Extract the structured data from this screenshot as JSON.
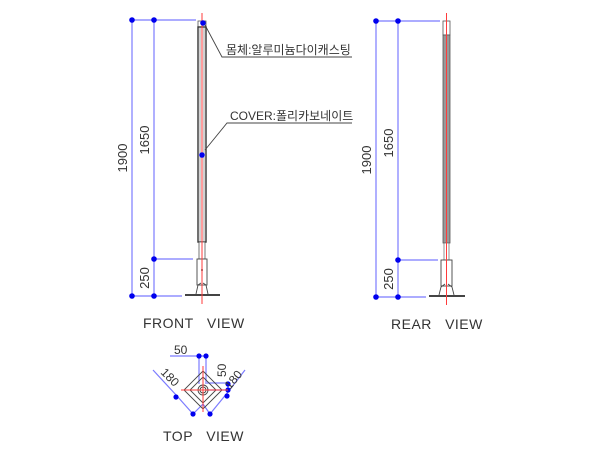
{
  "colors": {
    "dimension": "#7b7bff",
    "dimension_dot": "#0000ee",
    "centerline": "#ff3b3b",
    "outline": "#333333",
    "cover_fill": "#999999",
    "body_fill": "#f4d2d2"
  },
  "front_view": {
    "title": "FRONT VIEW",
    "dims": {
      "total": "1900",
      "upper": "1650",
      "base": "250"
    },
    "callouts": [
      {
        "label": "몸체:알루미늄다이캐스팅"
      },
      {
        "label": "COVER:폴리카보네이트"
      }
    ]
  },
  "rear_view": {
    "title": "REAR VIEW",
    "dims": {
      "total": "1900",
      "upper": "1650",
      "base": "250"
    }
  },
  "top_view": {
    "title": "TOP VIEW",
    "dims": {
      "width_top": "50",
      "width_right": "50",
      "diag_left": "180",
      "diag_right": "180"
    }
  }
}
